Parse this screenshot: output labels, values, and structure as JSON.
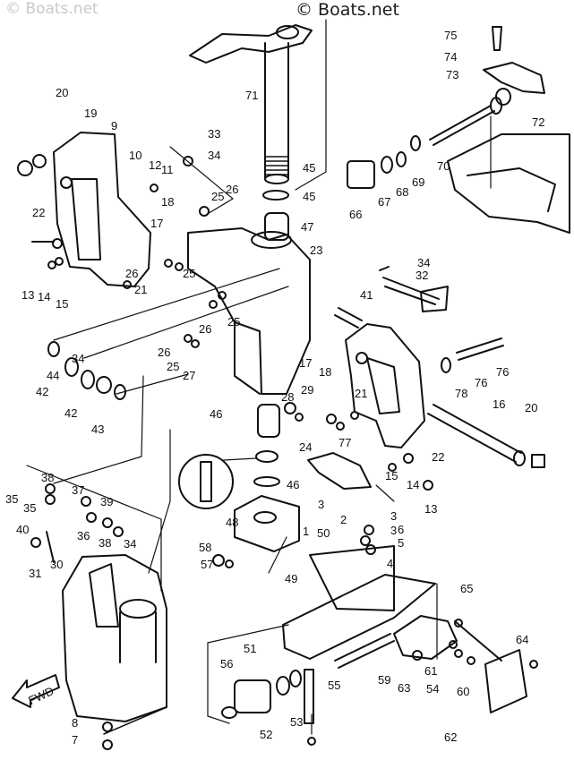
{
  "watermarks": {
    "top_left": "© Boats.net",
    "top_center": "© Boats.net"
  },
  "fwd_label": "FWD",
  "colors": {
    "ink": "#111111",
    "paper": "#ffffff",
    "watermark": "#c9c9c9"
  },
  "callouts": [
    "1",
    "2",
    "3",
    "3",
    "3",
    "4",
    "5",
    "6",
    "7",
    "8",
    "9",
    "10",
    "11",
    "12",
    "13",
    "13",
    "14",
    "14",
    "15",
    "15",
    "16",
    "17",
    "17",
    "18",
    "18",
    "19",
    "20",
    "20",
    "21",
    "21",
    "22",
    "22",
    "23",
    "24",
    "25",
    "25",
    "25",
    "25",
    "26",
    "26",
    "26",
    "26",
    "27",
    "28",
    "29",
    "30",
    "31",
    "32",
    "33",
    "34",
    "34",
    "34",
    "34",
    "35",
    "35",
    "36",
    "37",
    "38",
    "38",
    "39",
    "40",
    "41",
    "42",
    "42",
    "43",
    "44",
    "45",
    "45",
    "46",
    "46",
    "47",
    "48",
    "49",
    "50",
    "51",
    "52",
    "53",
    "54",
    "55",
    "56",
    "57",
    "58",
    "59",
    "60",
    "61",
    "62",
    "63",
    "64",
    "65",
    "66",
    "67",
    "68",
    "69",
    "70",
    "71",
    "72",
    "73",
    "74",
    "75",
    "76",
    "76",
    "77",
    "78"
  ]
}
